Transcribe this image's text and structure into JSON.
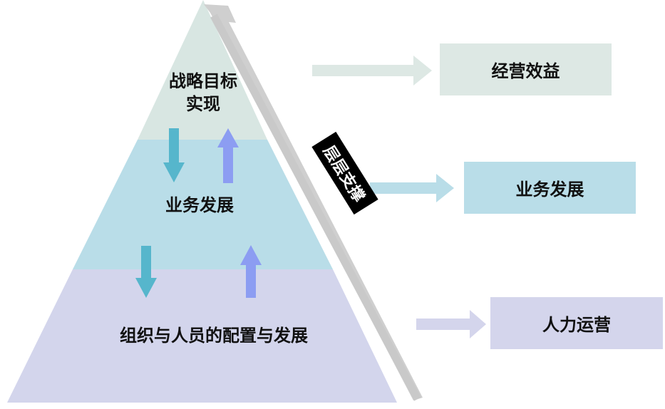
{
  "pyramid": {
    "top_label": [
      "战略目标",
      "实现"
    ],
    "middle_label": "业务发展",
    "bottom_label": "组织与人员的配置与发展"
  },
  "side_tag": "层层支撑",
  "outcomes": {
    "top": "经营效益",
    "middle": "业务发展",
    "bottom": "人力运营"
  },
  "colors": {
    "top_layer": "#d8e6e2",
    "middle_layer": "#b9dde8",
    "bottom_layer": "#d3d5ec",
    "down_arrow": "#56b6cc",
    "up_arrow": "#8c9df2",
    "side_rail": "#cfcfcf",
    "side_tag_bg": "#000000"
  }
}
